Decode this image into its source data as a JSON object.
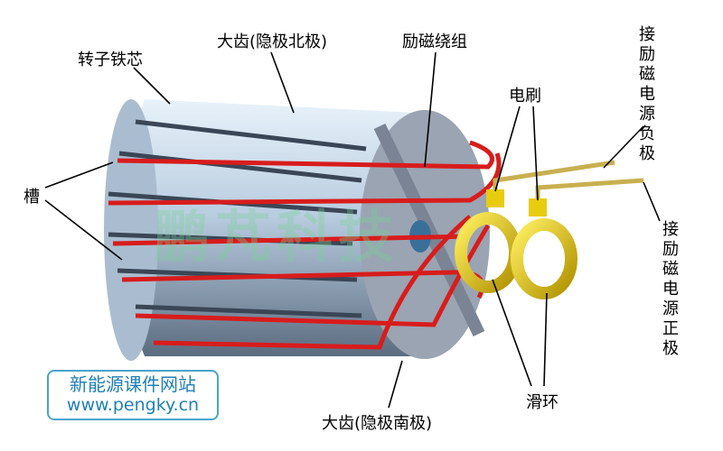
{
  "labels": {
    "rotor_core": "转子铁芯",
    "north_pole": "大齿(隐极北极)",
    "field_winding": "励磁绕组",
    "negative_terminal": "接励磁电源负极",
    "brush": "电刷",
    "slot": "槽",
    "positive_terminal": "接励磁电源正极",
    "slip_ring": "滑环",
    "south_pole": "大齿(隐极南极)"
  },
  "logo": {
    "line1": "新能源课件网站",
    "line2": "www.pengky.cn"
  },
  "watermark": "鹏芃科技",
  "colors": {
    "core": "#c8d8e8",
    "winding": "#e02020",
    "ring": "#e0c000",
    "rod": "#d8c060",
    "logo": "#1f7fb8"
  }
}
